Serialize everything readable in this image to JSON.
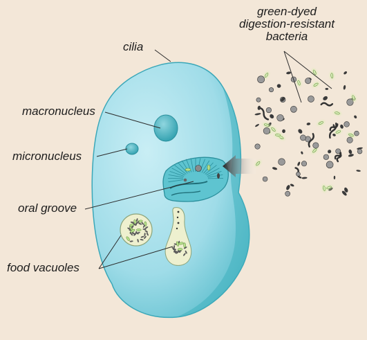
{
  "labels": {
    "cilia": "cilia",
    "bacteria_line1": "green-dyed",
    "bacteria_line2": "digestion-resistant",
    "bacteria_line3": "bacteria",
    "macronucleus": "macronucleus",
    "micronucleus": "micronucleus",
    "oral_groove": "oral groove",
    "food_vacuoles": "food vacuoles"
  },
  "colors": {
    "background": "#f3e7d8",
    "cell_body": "#9fdce8",
    "cell_edge": "#3aa7b8",
    "nucleus": "#49b7c3",
    "vacuole": "#eef0cf",
    "bacteria_dark": "#3a3a3a",
    "bacteria_green": "#b7e08c"
  },
  "icons": {
    "arrow": "ingestion-arrow"
  }
}
